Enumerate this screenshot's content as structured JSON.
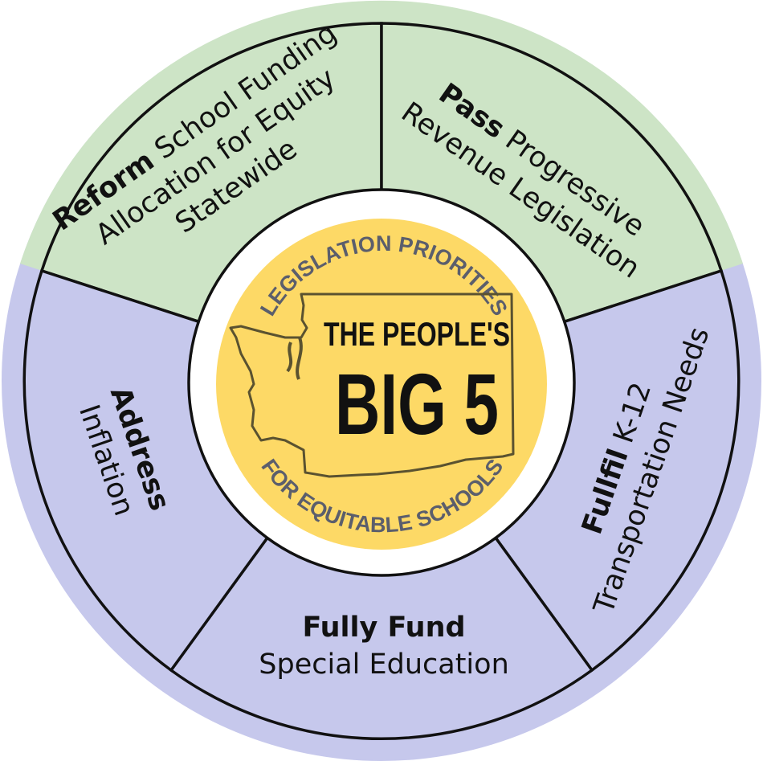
{
  "colors": {
    "green": "#cde4c6",
    "purple": "#c6c8ec",
    "yellow": "#fdd966",
    "outline": "#111111",
    "arc_text": "#5b5e6c"
  },
  "center": {
    "top_arc": "LEGISLATION PRIORITIES",
    "title_line1": "THE PEOPLE'S",
    "title_line2": "BIG 5",
    "bottom_arc": "FOR EQUITABLE SCHOOLS",
    "map_icon": "washington-state-outline"
  },
  "segments": [
    {
      "bold": "Reform",
      "line1_rest": " School Funding",
      "line2": "Allocation for Equity",
      "line3": "Statewide"
    },
    {
      "bold": "Pass",
      "line1_rest": " Progressive",
      "line2": "Revenue Legislation"
    },
    {
      "bold": "Fullfil",
      "line1_rest": " K-12",
      "line2": "Transportation Needs"
    },
    {
      "bold": "Fully Fund",
      "line1_rest": "",
      "line2": "Special Education"
    },
    {
      "bold": "Address",
      "line1_rest": "",
      "line2": "Inflation"
    }
  ]
}
